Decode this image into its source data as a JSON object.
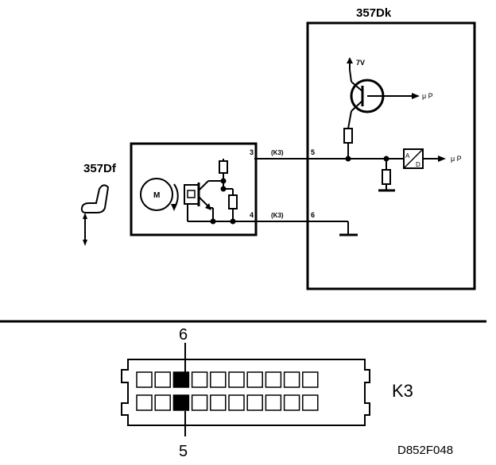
{
  "schematic": {
    "ecu_label": "357Dk",
    "seat_label": "357Df",
    "motor_label": "M",
    "supply_voltage": "7V",
    "up_output_top": "μ P",
    "up_output_right": "μ P",
    "adc_a": "A",
    "adc_d": "D",
    "seat_pin_top": "3",
    "seat_pin_bottom": "4",
    "ecu_pin_top": "5",
    "ecu_pin_bottom": "6",
    "wire_top_connector": "(K3)",
    "wire_bottom_connector": "(K3)"
  },
  "connector": {
    "name": "K3",
    "pin_top_label": "6",
    "pin_bottom_label": "5"
  },
  "figure_id": "D852F048",
  "colors": {
    "ink": "#000000",
    "paper": "#ffffff"
  }
}
